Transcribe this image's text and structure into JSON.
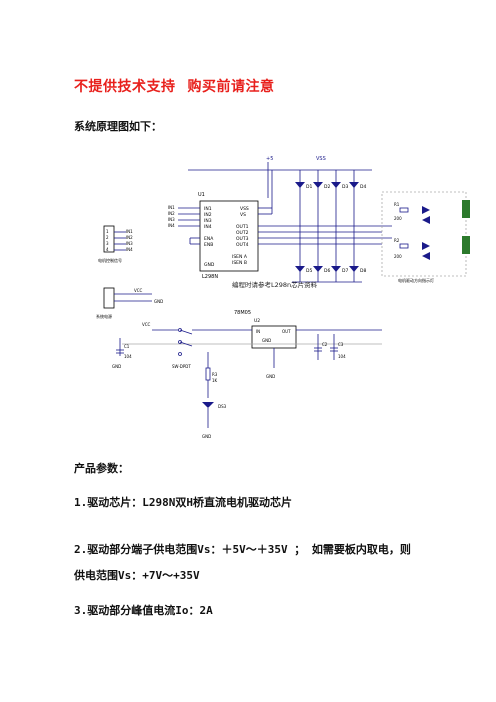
{
  "warning": {
    "part1": "不提供技术支持",
    "part2": "购买前请注意"
  },
  "schematic_heading": "系统原理图如下：",
  "schematic": {
    "ic_ref": "U1",
    "ic_name": "L298N",
    "ic_inputs": [
      "IN1",
      "IN2",
      "IN3",
      "IN4",
      "ENA",
      "ENB"
    ],
    "ic_outputs": [
      "OUT1",
      "OUT2",
      "OUT3",
      "OUT4",
      "ISEN A",
      "ISEN B"
    ],
    "supply_pins": [
      "VSS",
      "VS",
      "GND"
    ],
    "diode_top_labels": [
      "D1",
      "D2",
      "D3",
      "D4"
    ],
    "diode_bottom_labels": [
      "D5",
      "D6",
      "D7",
      "D8"
    ],
    "rail_label": "+5",
    "vcc_label": "VCC",
    "note": "编程时请参考L298n芯片资料",
    "regulator_label": "78M05",
    "regulator_pins": [
      "IN",
      "OUT",
      "GND"
    ],
    "j4_label": "电机控制信号",
    "j3_label": "系统电源",
    "motor_label": "电机驱动方向指示灯",
    "switch_label": "SW-DPDT",
    "led_label": "DS3",
    "gnd_label": "GND",
    "cap_labels": [
      "C1",
      "C2",
      "C3"
    ],
    "cap_values": [
      "104",
      "104"
    ],
    "resistor_labels": [
      "R1",
      "R2",
      "R3"
    ],
    "resistor_values": [
      "200",
      "200",
      "1K"
    ],
    "regulator_ref": "U2"
  },
  "params_heading": "产品参数：",
  "params": [
    "1.驱动芯片：L298N双H桥直流电机驱动芯片",
    "2.驱动部分端子供电范围Vs：＋5V～＋35V ；  如需要板内取电，则",
    "供电范围Vs：+7V～+35V",
    "3.驱动部分峰值电流Io：2A"
  ]
}
